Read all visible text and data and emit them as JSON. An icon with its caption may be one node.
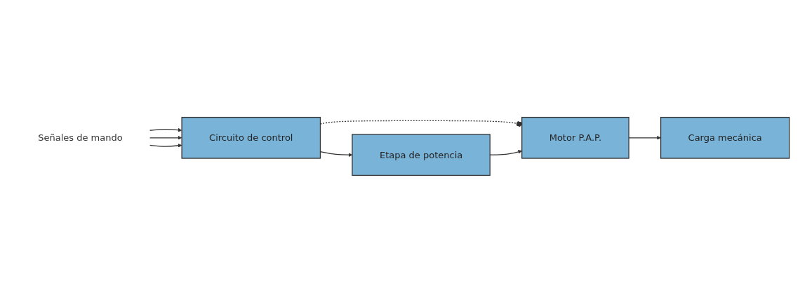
{
  "diagram": {
    "nodes": [
      {
        "text": [
          "Señales de mando"
        ]
      },
      {
        "text": [
          "Circuito de control"
        ]
      },
      {
        "text": [
          "Etapa de potencia"
        ]
      },
      {
        "text": [
          "Motor P.A.P."
        ]
      },
      {
        "text": [
          "Carga mecánica"
        ]
      }
    ],
    "edges": [
      {
        "from": 0,
        "to": 1,
        "arrow": "to"
      },
      {
        "from": 0,
        "to": 1,
        "arrow": "to"
      },
      {
        "from": 0,
        "to": 1,
        "arrow": "to"
      },
      {
        "from": 1,
        "to": 3,
        "arrow": "other",
        "style": "dashed"
      },
      {
        "from": 1,
        "to": 2,
        "arrow": "to"
      },
      {
        "from": 2,
        "to": 3,
        "arrow": "to"
      },
      {
        "from": 3,
        "to": 4,
        "arrow": "to"
      }
    ]
  }
}
